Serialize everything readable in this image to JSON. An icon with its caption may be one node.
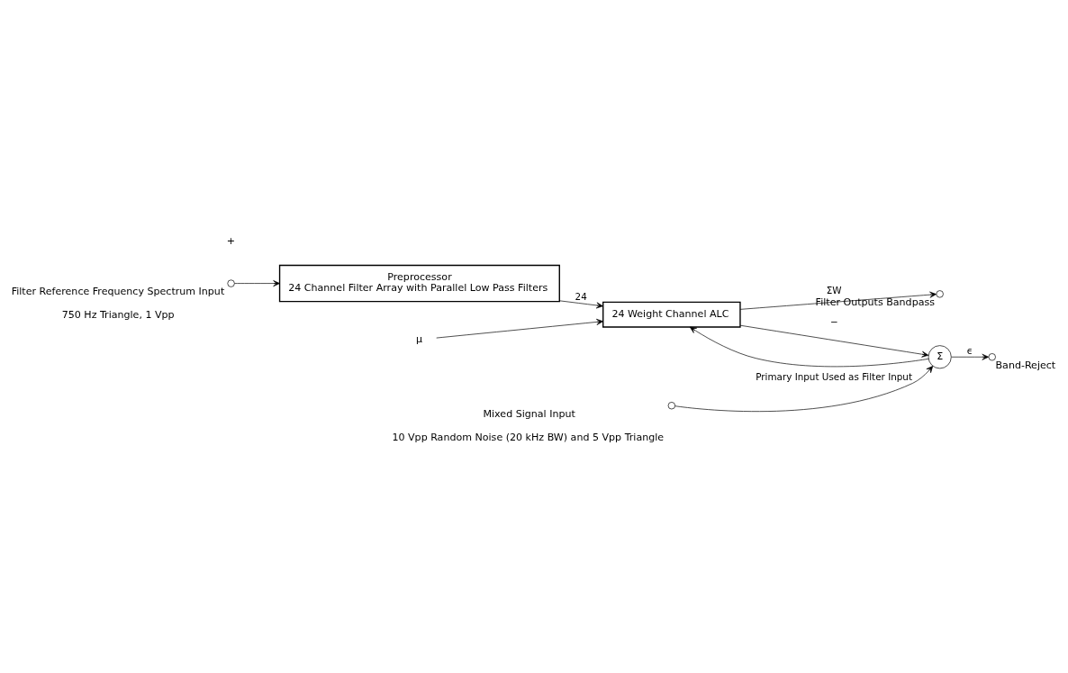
{
  "diagram": {
    "nodes": [
      {
        "text": [],
        "shape": "circle",
        "beside": [
          "Filter Reference Frequency Spectrum Input",
          "750 Hz Triangle, 1 Vpp"
        ]
      },
      {
        "text": [
          "Preprocessor",
          "24 Channel Filter Array with Parallel Low Pass Filters"
        ]
      },
      {
        "text": [
          "24 Weight Channel ALC"
        ]
      },
      {
        "text": [
          "μ"
        ]
      },
      {
        "text": [],
        "shape": "circle",
        "beside": [
          "Filter Outputs Bandpass"
        ]
      },
      {
        "text": [],
        "shape": "circle",
        "beside": [
          "Mixed Signal Input",
          "10 Vpp Random Noise (20 kHz BW) and 5 Vpp Triangle"
        ]
      },
      {
        "text": [
          "Σ"
        ]
      },
      {
        "text": [],
        "shape": "circle",
        "beside": [
          "Band-Reject"
        ]
      }
    ],
    "edges": [
      {
        "from": 0,
        "to": 1,
        "arrow": "to"
      },
      {
        "from": 1,
        "to": 2,
        "arrow": "to",
        "label": "24"
      },
      {
        "from": 3,
        "to": 2,
        "arrow": "to"
      },
      {
        "from": 2,
        "to": 4,
        "arrow": "to",
        "label": "ΣW"
      },
      {
        "from": 2,
        "to": 6,
        "arrow": "to",
        "label": "−"
      },
      {
        "from": 5,
        "to": 6,
        "arrow": "to",
        "label": "Primary Input Used as Filter Input"
      },
      {
        "from": 6,
        "to": 7,
        "arrow": "to",
        "label": "ϵ"
      },
      {
        "from": 6,
        "to": 2,
        "arrow": "to"
      }
    ],
    "labels": [
      "+"
    ]
  }
}
